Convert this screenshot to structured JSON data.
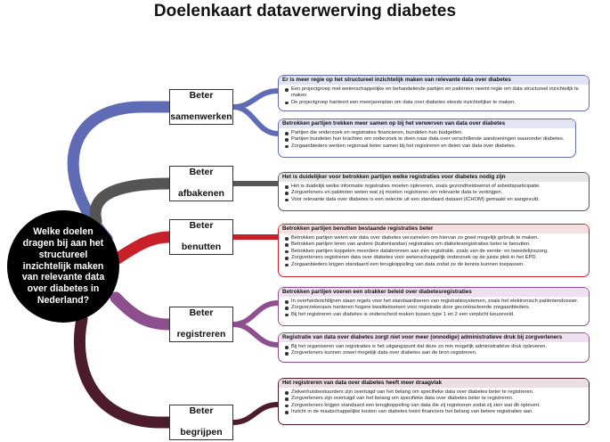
{
  "title": "Doelenkaart dataverwerving diabetes",
  "center": {
    "text": "Welke doelen dragen bij aan het structureel inzichtelijk maken van relevante data over diabetes in Nederland?"
  },
  "colors": {
    "blue": "#5f6bb5",
    "gray": "#555555",
    "red": "#c8202a",
    "purple": "#8e4f8e",
    "maroon": "#4c1c2c"
  },
  "categories": [
    {
      "line1": "Beter",
      "line2": "samenwerken"
    },
    {
      "line1": "Beter",
      "line2": "afbakenen"
    },
    {
      "line1": "Beter",
      "line2": "benutten"
    },
    {
      "line1": "Beter",
      "line2": "registreren"
    },
    {
      "line1": "Beter",
      "line2": "begrijpen"
    }
  ],
  "cards": [
    {
      "header": "Er is meer regie op het structureel inzichtelijk maken van relevante data over diabetes",
      "items": [
        "Een projectgroep met wetenschappelijke en behandelende partijen en patiënten neemt regie om data structureel inzichtelijk te maken.",
        "De projectgroep hanteert een meerjarenplan om data over diabetes steeds inzichtelijker te maken."
      ]
    },
    {
      "header": "Betrokken partijen trekken meer samen op bij het verwerven van data over diabetes",
      "items": [
        "Partijen die onderzoek en registraties financieren, bundelen hun budgetten.",
        "Partijen bundelen hun krachten om onderzoek te doen naar data over verschillende aandoeningen waaronder diabetes.",
        "Zorgaanbieders werken regionaal beter samen bij het registreren en delen van data over diabetes."
      ]
    },
    {
      "header": "Het is duidelijker voor betrokken partijen welke registraties voor diabetes nodig zijn",
      "items": [
        "Het is duidelijk welke informatie registraties moeten opleveren, zoals gezondheidswinst of arbeidsparticipatie.",
        "Zorgverleners en patiënten weten wat zij moeten registreren om relevante data te verkrijgen.",
        "Voor relevante data over diabetes is een selectie uit een standaard dataset (ICHOM) gemaakt en aangevuld."
      ]
    },
    {
      "header": "Betrokken partijen benutten bestaande registraties beter",
      "items": [
        "Betrokken partijen weten wie data over diabetes verzamelen om hiervan zo goed mogelijk gebruik te maken.",
        "Betrokken partijen leren van andere (buitenlandse) registraties om diabetesregistraties beter te benutten.",
        "Betrokken partijen koppelen meerdere databronnen aan één registratie, zoals van de eerste- en tweedelijnszorg.",
        "Zorgverleners registreren data over diabetes voor wetenschappelijk onderzoek op de juiste plek in het EPD.",
        "Zorgaanbieders krijgen standaard een terugkoppeling van data zodat ze de kennis kunnen toepassen."
      ]
    },
    {
      "header": "Betrokken partijen voeren een strakker beleid over diabetesregistraties",
      "items": [
        "In overheidsrichtlijnen staan regels voor het standaardiseren van registratiesystemen, zoals het elektronisch patiëntendossier.",
        "Zorgverzekeraars hanteren hogere kwaliteitseisen voor registratie door gecontracteerde zorgaanbieders.",
        "Bij het registreren van diabetes is onderscheid maken tussen type 1 en 2 een verplicht keuzeveld."
      ]
    },
    {
      "header": "Registratie van data over diabetes zorgt niet voor meer (onnodige) administratieve druk bij zorgverleners",
      "items": [
        "Bij het organiseren van registraties is het uitgangspunt dat deze zo min mogelijk administratieve druk opleveren.",
        "Zorgverleners kunnen zowel mogelijk data over diabetes aan de bron registreren."
      ]
    },
    {
      "header": "Het registreren van data over diabetes heeft meer draagvlak",
      "items": [
        "Ziekenhuisbestuurders zijn overtuigd van het belang om specifieke data over diabetes beter te registreren.",
        "Zorgverleners zijn overtuigd van het belang om specifieke data over diabetes beter te registreren.",
        "Zorgverleners krijgen standaard een terugkoppeling van data die zij registreren zodat zij zien wat dit oplevert.",
        "Inzicht in de maatschappelijke kosten van diabetes toont financiers het belang van betere registraties aan."
      ]
    }
  ]
}
